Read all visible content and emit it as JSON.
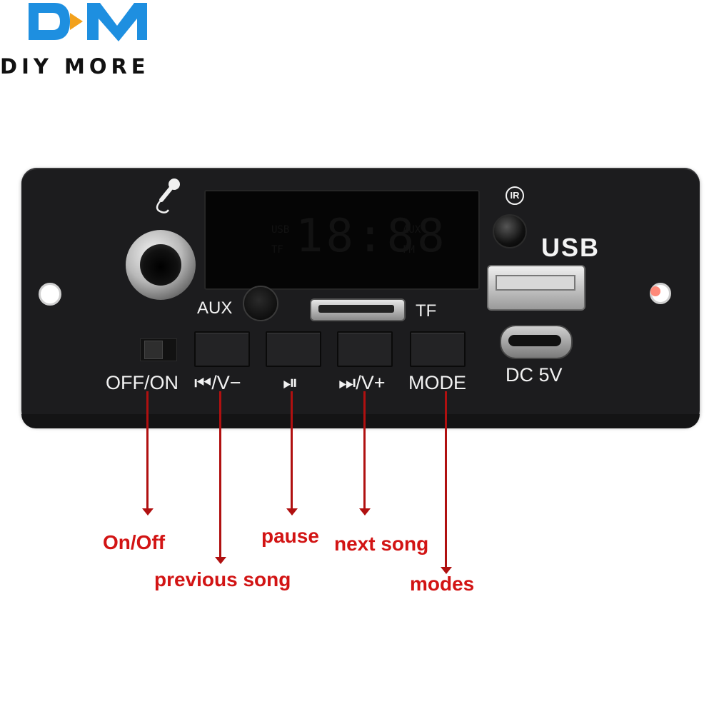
{
  "brand": {
    "logo_letters": "DM",
    "name": "DIY MORE",
    "logo_color": "#1e8fe0"
  },
  "board": {
    "aux_label": "AUX",
    "tf_label": "TF",
    "usb_label": "USB",
    "ir_badge": "IR",
    "dc_label": "DC 5V",
    "lcd_ghost_left": "USB",
    "lcd_ghost_right": "AUX",
    "lcd_ghost_left2": "TF",
    "lcd_ghost_right2": "FM",
    "lcd_ghost_digits": "18:88",
    "button_labels": {
      "power": "OFF/ON",
      "prev": "⏮/V−",
      "play": "⏯",
      "next": "⏭/V+",
      "mode": "MODE"
    }
  },
  "callouts": {
    "on_off": "On/Off",
    "previous": "previous song",
    "pause": "pause",
    "next": "next song",
    "modes": "modes"
  },
  "colors": {
    "panel": "#1c1c1e",
    "callout_text": "#d21414",
    "arrow": "#b01010"
  }
}
